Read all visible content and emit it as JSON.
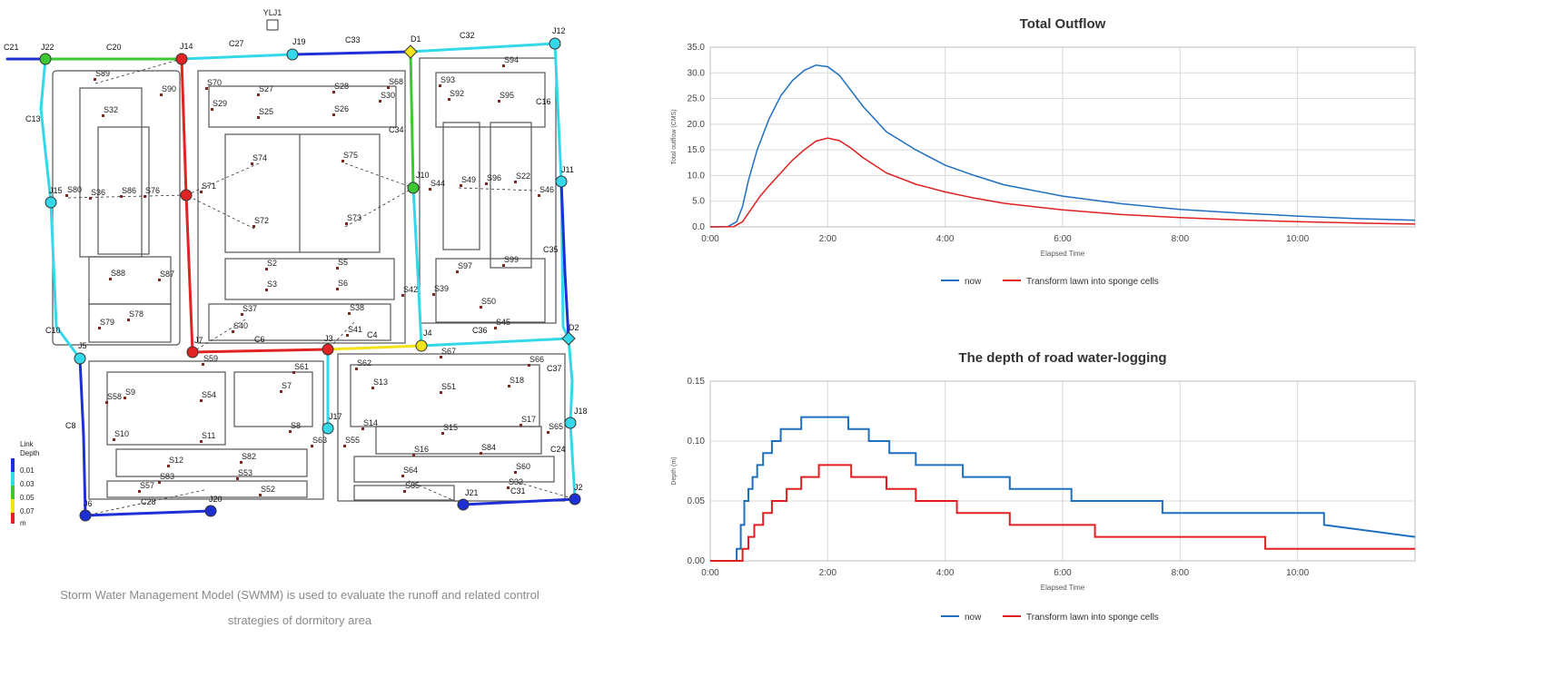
{
  "map": {
    "title_label": "YLJ1",
    "legend": {
      "title": "Link",
      "subtitle": "Depth",
      "items": [
        {
          "label": "0.01",
          "color": "#1f2fd6"
        },
        {
          "label": "0.03",
          "color": "#35d8e8"
        },
        {
          "label": "0.05",
          "color": "#3cc832"
        },
        {
          "label": "0.07",
          "color": "#f2e21a"
        },
        {
          "label": "m",
          "color": "#e02424"
        }
      ]
    },
    "junction_labels": [
      "C21",
      "J22",
      "C20",
      "J14",
      "C27",
      "J19",
      "C33",
      "D1",
      "C32",
      "J12",
      "C13",
      "C16",
      "J15",
      "J10",
      "J11",
      "C35",
      "C10",
      "J5",
      "J7",
      "J3",
      "J4",
      "D2",
      "C36",
      "C37",
      "C8",
      "J17",
      "J18",
      "J6",
      "J20",
      "J21",
      "J2",
      "C28",
      "C31",
      "C24",
      "C6",
      "C4",
      "C34"
    ],
    "subcatchment_labels": [
      "S89",
      "S90",
      "S32",
      "S70",
      "S27",
      "S29",
      "S25",
      "S28",
      "S26",
      "S68",
      "S30",
      "S93",
      "S92",
      "S94",
      "S95",
      "S74",
      "S75",
      "S80",
      "S36",
      "S86",
      "S76",
      "S71",
      "S49",
      "S96",
      "S22",
      "S46",
      "S44",
      "S72",
      "S73",
      "S97",
      "S99",
      "S88",
      "S87",
      "S2",
      "S5",
      "S3",
      "S6",
      "S42",
      "S39",
      "S50",
      "S79",
      "S78",
      "S37",
      "S40",
      "S38",
      "S41",
      "S45",
      "S59",
      "S61",
      "S62",
      "S13",
      "S67",
      "S18",
      "S66",
      "S58",
      "S9",
      "S54",
      "S7",
      "S51",
      "S10",
      "S11",
      "S8",
      "S14",
      "S15",
      "S17",
      "S65",
      "S12",
      "S82",
      "S16",
      "S84",
      "S57",
      "S83",
      "S52",
      "S64",
      "S85",
      "S33",
      "S60",
      "S63",
      "S55",
      "S53"
    ]
  },
  "caption_lines": [
    "Storm Water Management Model (SWMM) is used to evaluate the runoff and related control",
    "strategies of dormitory area"
  ],
  "chart_data": [
    {
      "type": "line",
      "title": "Total Outflow",
      "xlabel": "Elapsed Time",
      "ylabel": "Total outflow (CMS)",
      "x_ticks": [
        "0:00",
        "2:00",
        "4:00",
        "6:00",
        "8:00",
        "10:00"
      ],
      "y_ticks": [
        "0.0",
        "5.0",
        "10.0",
        "15.0",
        "20.0",
        "25.0",
        "30.0",
        "35.0"
      ],
      "xlim": [
        0,
        12
      ],
      "ylim": [
        0,
        35
      ],
      "grid": true,
      "legend_position": "bottom",
      "series": [
        {
          "name": "now",
          "color": "#1f6fc0",
          "x": [
            0,
            0.3,
            0.45,
            0.55,
            0.65,
            0.8,
            1.0,
            1.2,
            1.4,
            1.6,
            1.8,
            2.0,
            2.2,
            2.4,
            2.6,
            3.0,
            3.5,
            4.0,
            4.5,
            5.0,
            6.0,
            7.0,
            8.0,
            9.0,
            10.0,
            11.0,
            12.0
          ],
          "y": [
            0,
            0.05,
            1,
            4,
            9,
            15,
            21,
            25.5,
            28.5,
            30.5,
            31.5,
            31.2,
            29.5,
            26.5,
            23.5,
            18.5,
            15,
            12,
            10,
            8.2,
            6,
            4.5,
            3.4,
            2.7,
            2.1,
            1.6,
            1.3
          ]
        },
        {
          "name": "Transform lawn into sponge cells",
          "color": "#e02020",
          "x": [
            0,
            0.4,
            0.55,
            0.7,
            0.85,
            1.0,
            1.2,
            1.4,
            1.6,
            1.8,
            2.0,
            2.2,
            2.4,
            2.6,
            3.0,
            3.5,
            4.0,
            4.5,
            5.0,
            6.0,
            7.0,
            8.0,
            9.0,
            10.0,
            11.0,
            12.0
          ],
          "y": [
            0,
            0.05,
            1,
            3.5,
            6,
            8,
            10.5,
            13,
            15,
            16.7,
            17.3,
            16.8,
            15.3,
            13.5,
            10.5,
            8.3,
            6.8,
            5.6,
            4.6,
            3.3,
            2.4,
            1.8,
            1.35,
            1.0,
            0.75,
            0.55
          ]
        }
      ]
    },
    {
      "type": "line",
      "title": "The depth of road water-logging",
      "xlabel": "Elapsed Time",
      "ylabel": "Depth (m)",
      "x_ticks": [
        "0:00",
        "2:00",
        "4:00",
        "6:00",
        "8:00",
        "10:00"
      ],
      "y_ticks": [
        "0.00",
        "0.05",
        "0.10",
        "0.15"
      ],
      "xlim": [
        0,
        12
      ],
      "ylim": [
        0,
        0.15
      ],
      "grid": true,
      "legend_position": "bottom",
      "series": [
        {
          "name": "now",
          "color": "#1f6fc0",
          "x": [
            0,
            0.45,
            0.45,
            0.52,
            0.52,
            0.58,
            0.58,
            0.65,
            0.65,
            0.72,
            0.72,
            0.8,
            0.8,
            0.9,
            0.9,
            1.05,
            1.05,
            1.2,
            1.2,
            1.35,
            1.35,
            1.55,
            1.55,
            2.35,
            2.35,
            2.7,
            2.7,
            3.05,
            3.05,
            3.5,
            3.5,
            4.3,
            4.3,
            5.1,
            5.1,
            6.15,
            6.15,
            7.7,
            7.7,
            10.45,
            10.45,
            12
          ],
          "y": [
            0,
            0,
            0.01,
            0.01,
            0.03,
            0.03,
            0.05,
            0.05,
            0.06,
            0.06,
            0.07,
            0.07,
            0.08,
            0.08,
            0.09,
            0.09,
            0.1,
            0.1,
            0.11,
            0.11,
            0.11,
            0.11,
            0.12,
            0.12,
            0.11,
            0.11,
            0.1,
            0.1,
            0.09,
            0.09,
            0.08,
            0.08,
            0.07,
            0.07,
            0.06,
            0.06,
            0.05,
            0.05,
            0.04,
            0.04,
            0.03,
            0.02
          ]
        },
        {
          "name": "Transform lawn into sponge cells",
          "color": "#e02020",
          "x": [
            0,
            0.55,
            0.55,
            0.65,
            0.65,
            0.75,
            0.75,
            0.9,
            0.9,
            1.05,
            1.05,
            1.3,
            1.3,
            1.55,
            1.55,
            1.85,
            1.85,
            2.4,
            2.4,
            3.0,
            3.0,
            3.5,
            3.5,
            4.2,
            4.2,
            5.1,
            5.1,
            6.55,
            6.55,
            9.45,
            9.45,
            12
          ],
          "y": [
            0,
            0,
            0.01,
            0.01,
            0.02,
            0.02,
            0.03,
            0.03,
            0.04,
            0.04,
            0.05,
            0.05,
            0.06,
            0.06,
            0.07,
            0.07,
            0.08,
            0.08,
            0.07,
            0.07,
            0.06,
            0.06,
            0.05,
            0.05,
            0.04,
            0.04,
            0.03,
            0.03,
            0.02,
            0.02,
            0.01,
            0.01
          ]
        }
      ]
    }
  ]
}
